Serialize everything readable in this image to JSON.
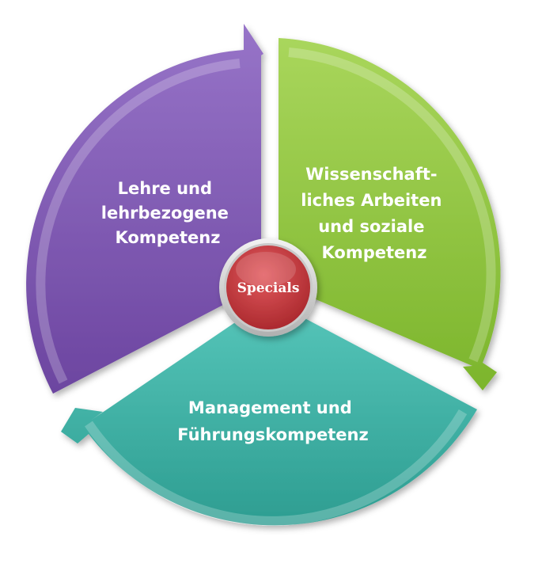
{
  "segments": {
    "left": {
      "lines": [
        "Lehre und",
        "lehrbezogene",
        "Kompetenz"
      ],
      "color": "#7f5ab3"
    },
    "right": {
      "lines": [
        "Wissenschaft-",
        "liches Arbeiten",
        "und soziale",
        "Kompetenz"
      ],
      "color": "#8dc63f"
    },
    "bottom": {
      "lines": [
        "Management und",
        "Führungskompetenz"
      ],
      "color": "#3bb2a5"
    }
  },
  "center": {
    "label": "Specials",
    "color": "#c0353a"
  }
}
